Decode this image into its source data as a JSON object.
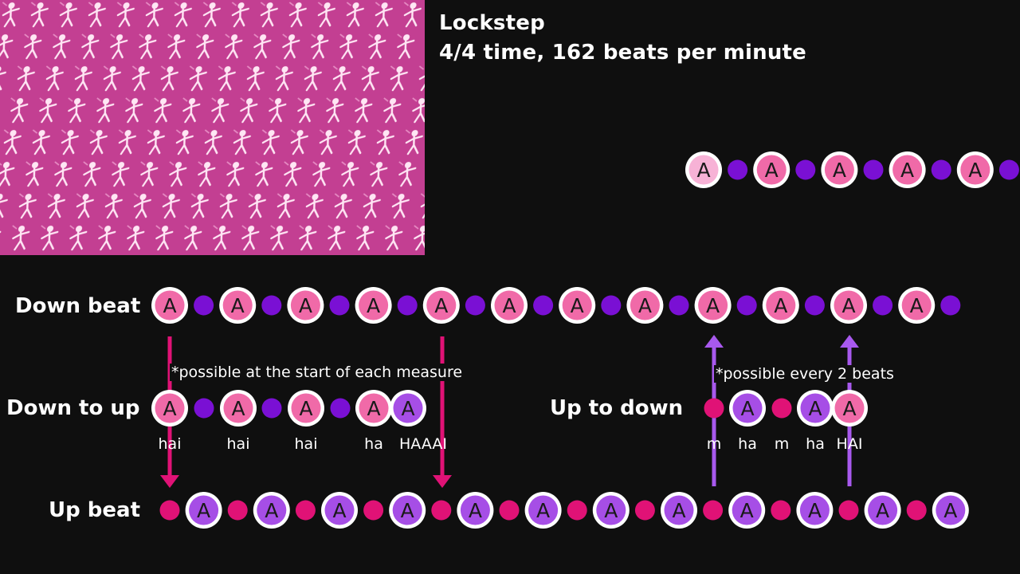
{
  "header": {
    "title": "Lockstep",
    "subtitle": "4/4 time, 162 beats per minute"
  },
  "colors": {
    "background": "#0f0f0f",
    "pink": "#f06aa8",
    "pink_light": "#f7b2d6",
    "purple": "#a64ee6",
    "dot_purple": "#7a10d4",
    "dot_pink": "#e01276",
    "arrow_pink": "#e01276",
    "arrow_purple": "#a859ee"
  },
  "button_glyph": "A",
  "preview_track": {
    "pattern": [
      "A-light",
      "dot",
      "A",
      "dot",
      "A",
      "dot",
      "A",
      "dot",
      "A",
      "dot"
    ]
  },
  "rows": {
    "down_beat": {
      "label": "Down beat",
      "pattern": [
        "A",
        "dot",
        "A",
        "dot",
        "A",
        "dot",
        "A",
        "dot",
        "A",
        "dot",
        "A",
        "dot",
        "A",
        "dot",
        "A",
        "dot",
        "A",
        "dot",
        "A",
        "dot",
        "A",
        "dot",
        "A",
        "dot"
      ]
    },
    "down_to_up": {
      "label": "Down to up",
      "note": "*possible at the start of each measure",
      "pattern": [
        "A",
        "dot",
        "A",
        "dot",
        "A",
        "dot",
        "A",
        "A-purple"
      ],
      "lyrics": [
        "hai",
        "hai",
        "hai",
        "ha",
        "HAAAI"
      ]
    },
    "up_to_down": {
      "label": "Up to down",
      "note": "*possible every 2 beats",
      "pattern": [
        "dot",
        "A-purple",
        "dot",
        "A-purple",
        "A"
      ],
      "lyrics": [
        "m",
        "ha",
        "m",
        "ha",
        "HAI"
      ]
    },
    "up_beat": {
      "label": "Up beat",
      "pattern": [
        "dot",
        "A",
        "dot",
        "A",
        "dot",
        "A",
        "dot",
        "A",
        "dot",
        "A",
        "dot",
        "A",
        "dot",
        "A",
        "dot",
        "A",
        "dot",
        "A",
        "dot",
        "A",
        "dot",
        "A",
        "dot",
        "A"
      ]
    }
  }
}
